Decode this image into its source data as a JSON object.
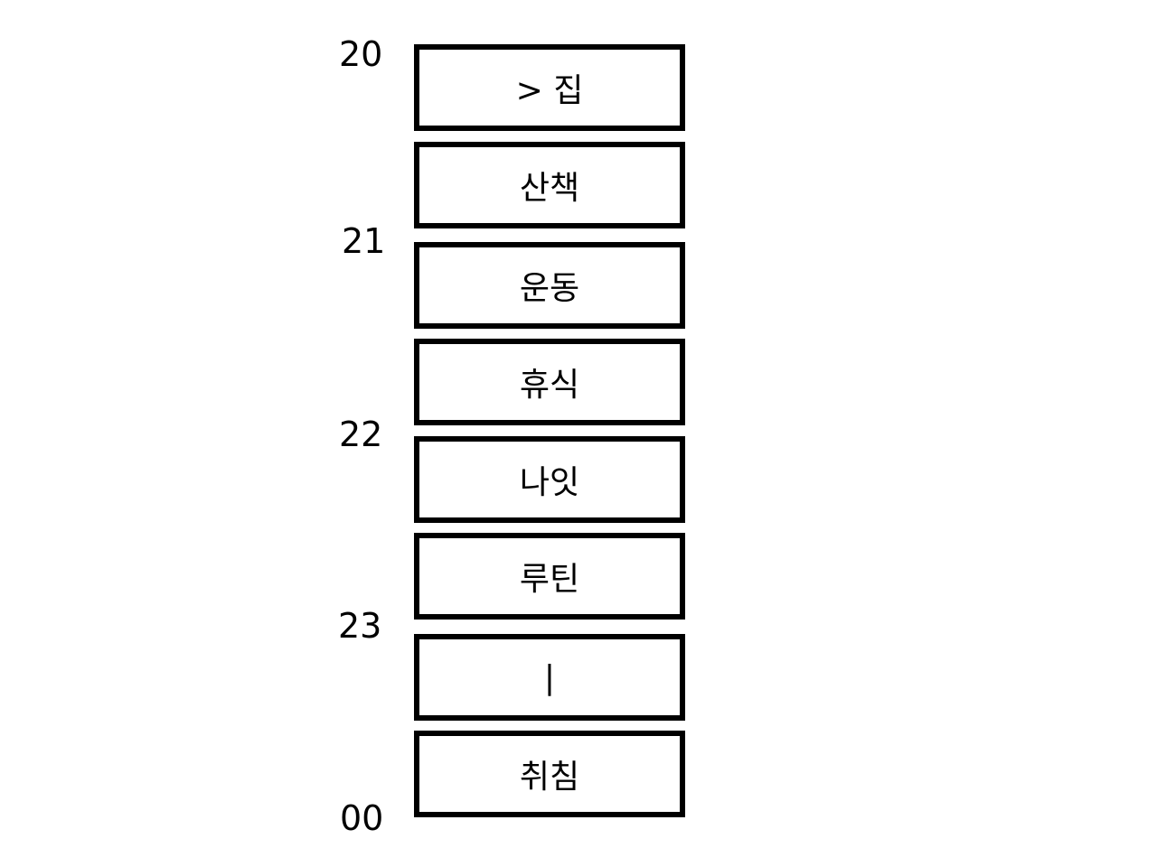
{
  "hour_labels": [
    "20",
    "21",
    "22",
    "23",
    "00"
  ],
  "slots": [
    {
      "label": "> 집"
    },
    {
      "label": "산책"
    },
    {
      "label": "운동"
    },
    {
      "label": "휴식"
    },
    {
      "label": "나잇"
    },
    {
      "label": "루틴"
    },
    {
      "label": "|"
    },
    {
      "label": "취침"
    }
  ]
}
